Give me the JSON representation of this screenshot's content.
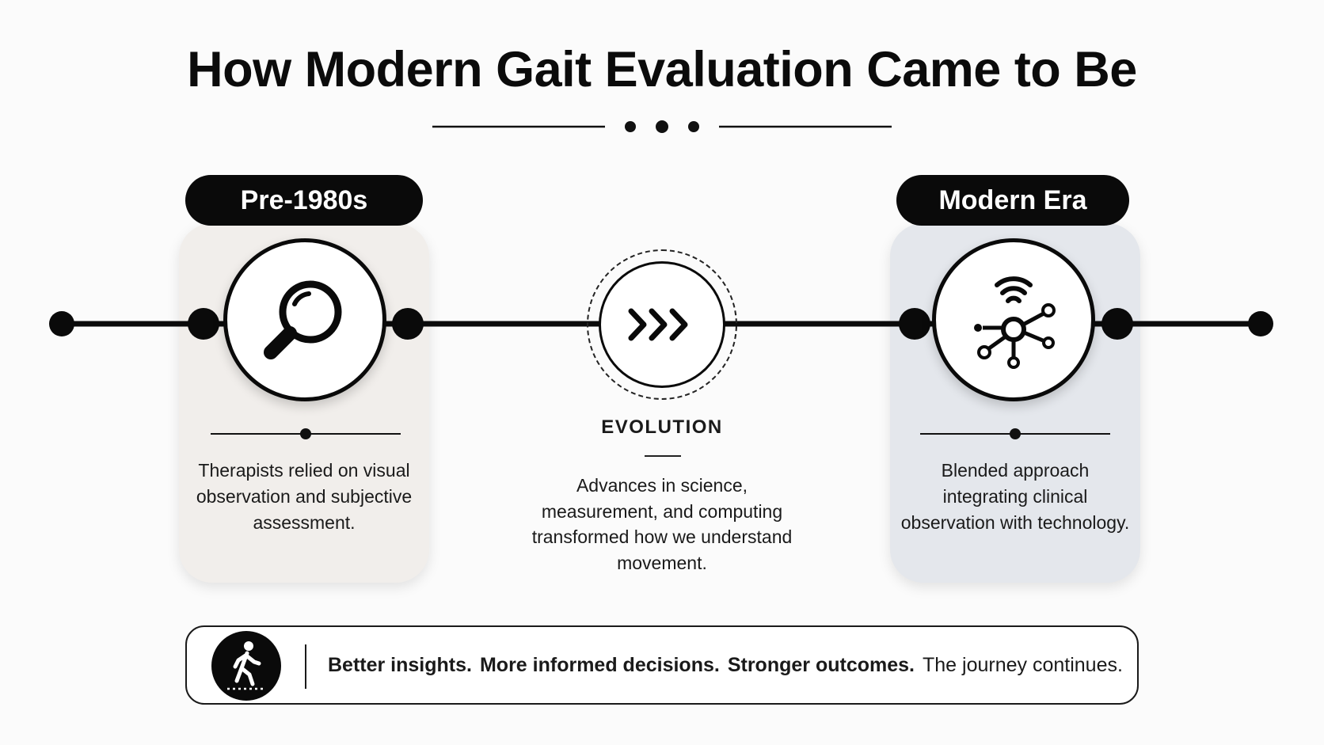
{
  "title": "How Modern Gait Evaluation Came to Be",
  "stages": {
    "left": {
      "label": "Pre-1980s",
      "icon": "magnifying-glass-icon",
      "description": "Therapists relied on visual observation and subjective assessment."
    },
    "center": {
      "label": "EVOLUTION",
      "icon": "triple-chevron-right-icon",
      "description": "Advances in science, measurement, and computing transformed how we understand movement."
    },
    "right": {
      "label": "Modern Era",
      "icon": "network-hub-signal-icon",
      "description": "Blended approach integrating clinical observation with technology."
    }
  },
  "footer": {
    "icon": "walking-person-icon",
    "bold_1": "Better insights.",
    "bold_2": "More informed decisions.",
    "bold_3": "Stronger outcomes.",
    "plain": "The journey continues."
  },
  "colors": {
    "ink": "#0a0a0a",
    "left_card": "#f1eeeb",
    "right_card": "#e4e7ec",
    "background": "#fbfbfb"
  }
}
